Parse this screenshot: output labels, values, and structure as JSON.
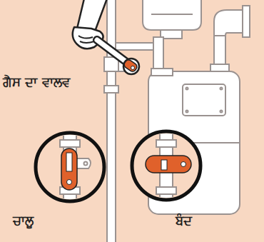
{
  "diagram": {
    "labels": [
      "ਗੈਸ ਦਾ ਵਾਲਵ",
      "ਚਾਲੂ",
      "ਬੰਦ"
    ]
  }
}
